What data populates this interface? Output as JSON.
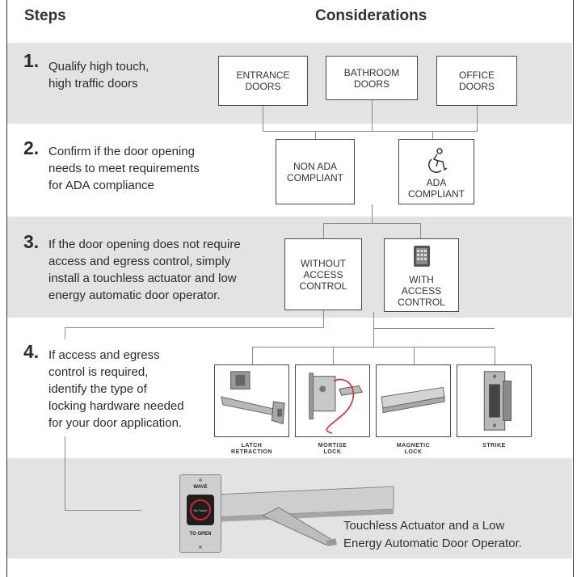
{
  "headers": {
    "steps": "Steps",
    "considerations": "Considerations"
  },
  "steps": [
    {
      "number": "1.",
      "lines": [
        "Qualify high touch,",
        "high traffic doors"
      ]
    },
    {
      "number": "2.",
      "lines": [
        "Confirm if the door opening",
        "needs to meet requirements",
        "for ADA compliance"
      ]
    },
    {
      "number": "3.",
      "lines": [
        "If the door opening does not require",
        "access and egress control, simply",
        "install a touchless actuator and low",
        "energy automatic door operator."
      ]
    },
    {
      "number": "4.",
      "lines": [
        "If access and egress",
        "control is required,",
        "identify the type of",
        "locking hardware needed",
        "for your door application."
      ]
    }
  ],
  "door_types": [
    {
      "line1": "ENTRANCE",
      "line2": "DOORS"
    },
    {
      "line1": "BATHROOM",
      "line2": "DOORS"
    },
    {
      "line1": "OFFICE",
      "line2": "DOORS"
    }
  ],
  "ada": {
    "non_ada": {
      "line1": "NON ADA",
      "line2": "COMPLIANT"
    },
    "ada": {
      "line1": "ADA",
      "line2": "COMPLIANT",
      "icon": "accessible-icon"
    }
  },
  "access": {
    "without": {
      "line1": "WITHOUT",
      "line2": "ACCESS",
      "line3": "CONTROL"
    },
    "with": {
      "line1": "WITH",
      "line2": "ACCESS",
      "line3": "CONTROL",
      "icon": "keypad-icon"
    }
  },
  "hardware": [
    {
      "line1": "LATCH",
      "line2": "RETRACTION",
      "icon": "latch-retraction-icon"
    },
    {
      "line1": "MORTISE",
      "line2": "LOCK",
      "icon": "mortise-lock-icon"
    },
    {
      "line1": "MAGNETIC",
      "line2": "LOCK",
      "icon": "magnetic-lock-icon"
    },
    {
      "line1": "STRIKE",
      "line2": "",
      "icon": "strike-icon"
    }
  ],
  "actuator": {
    "top_text": "WAVE",
    "bottom_text": "TO OPEN",
    "center_text": "No Touch",
    "icon": "touchless-actuator-icon"
  },
  "final": {
    "line1": "Touchless Actuator and a Low",
    "line2": "Energy Automatic Door Operator."
  },
  "colors": {
    "band": "#e3e3e3",
    "connector": "#8a8a8a",
    "box_border": "#4a4a4a",
    "actuator_ring": "#d8242a"
  }
}
